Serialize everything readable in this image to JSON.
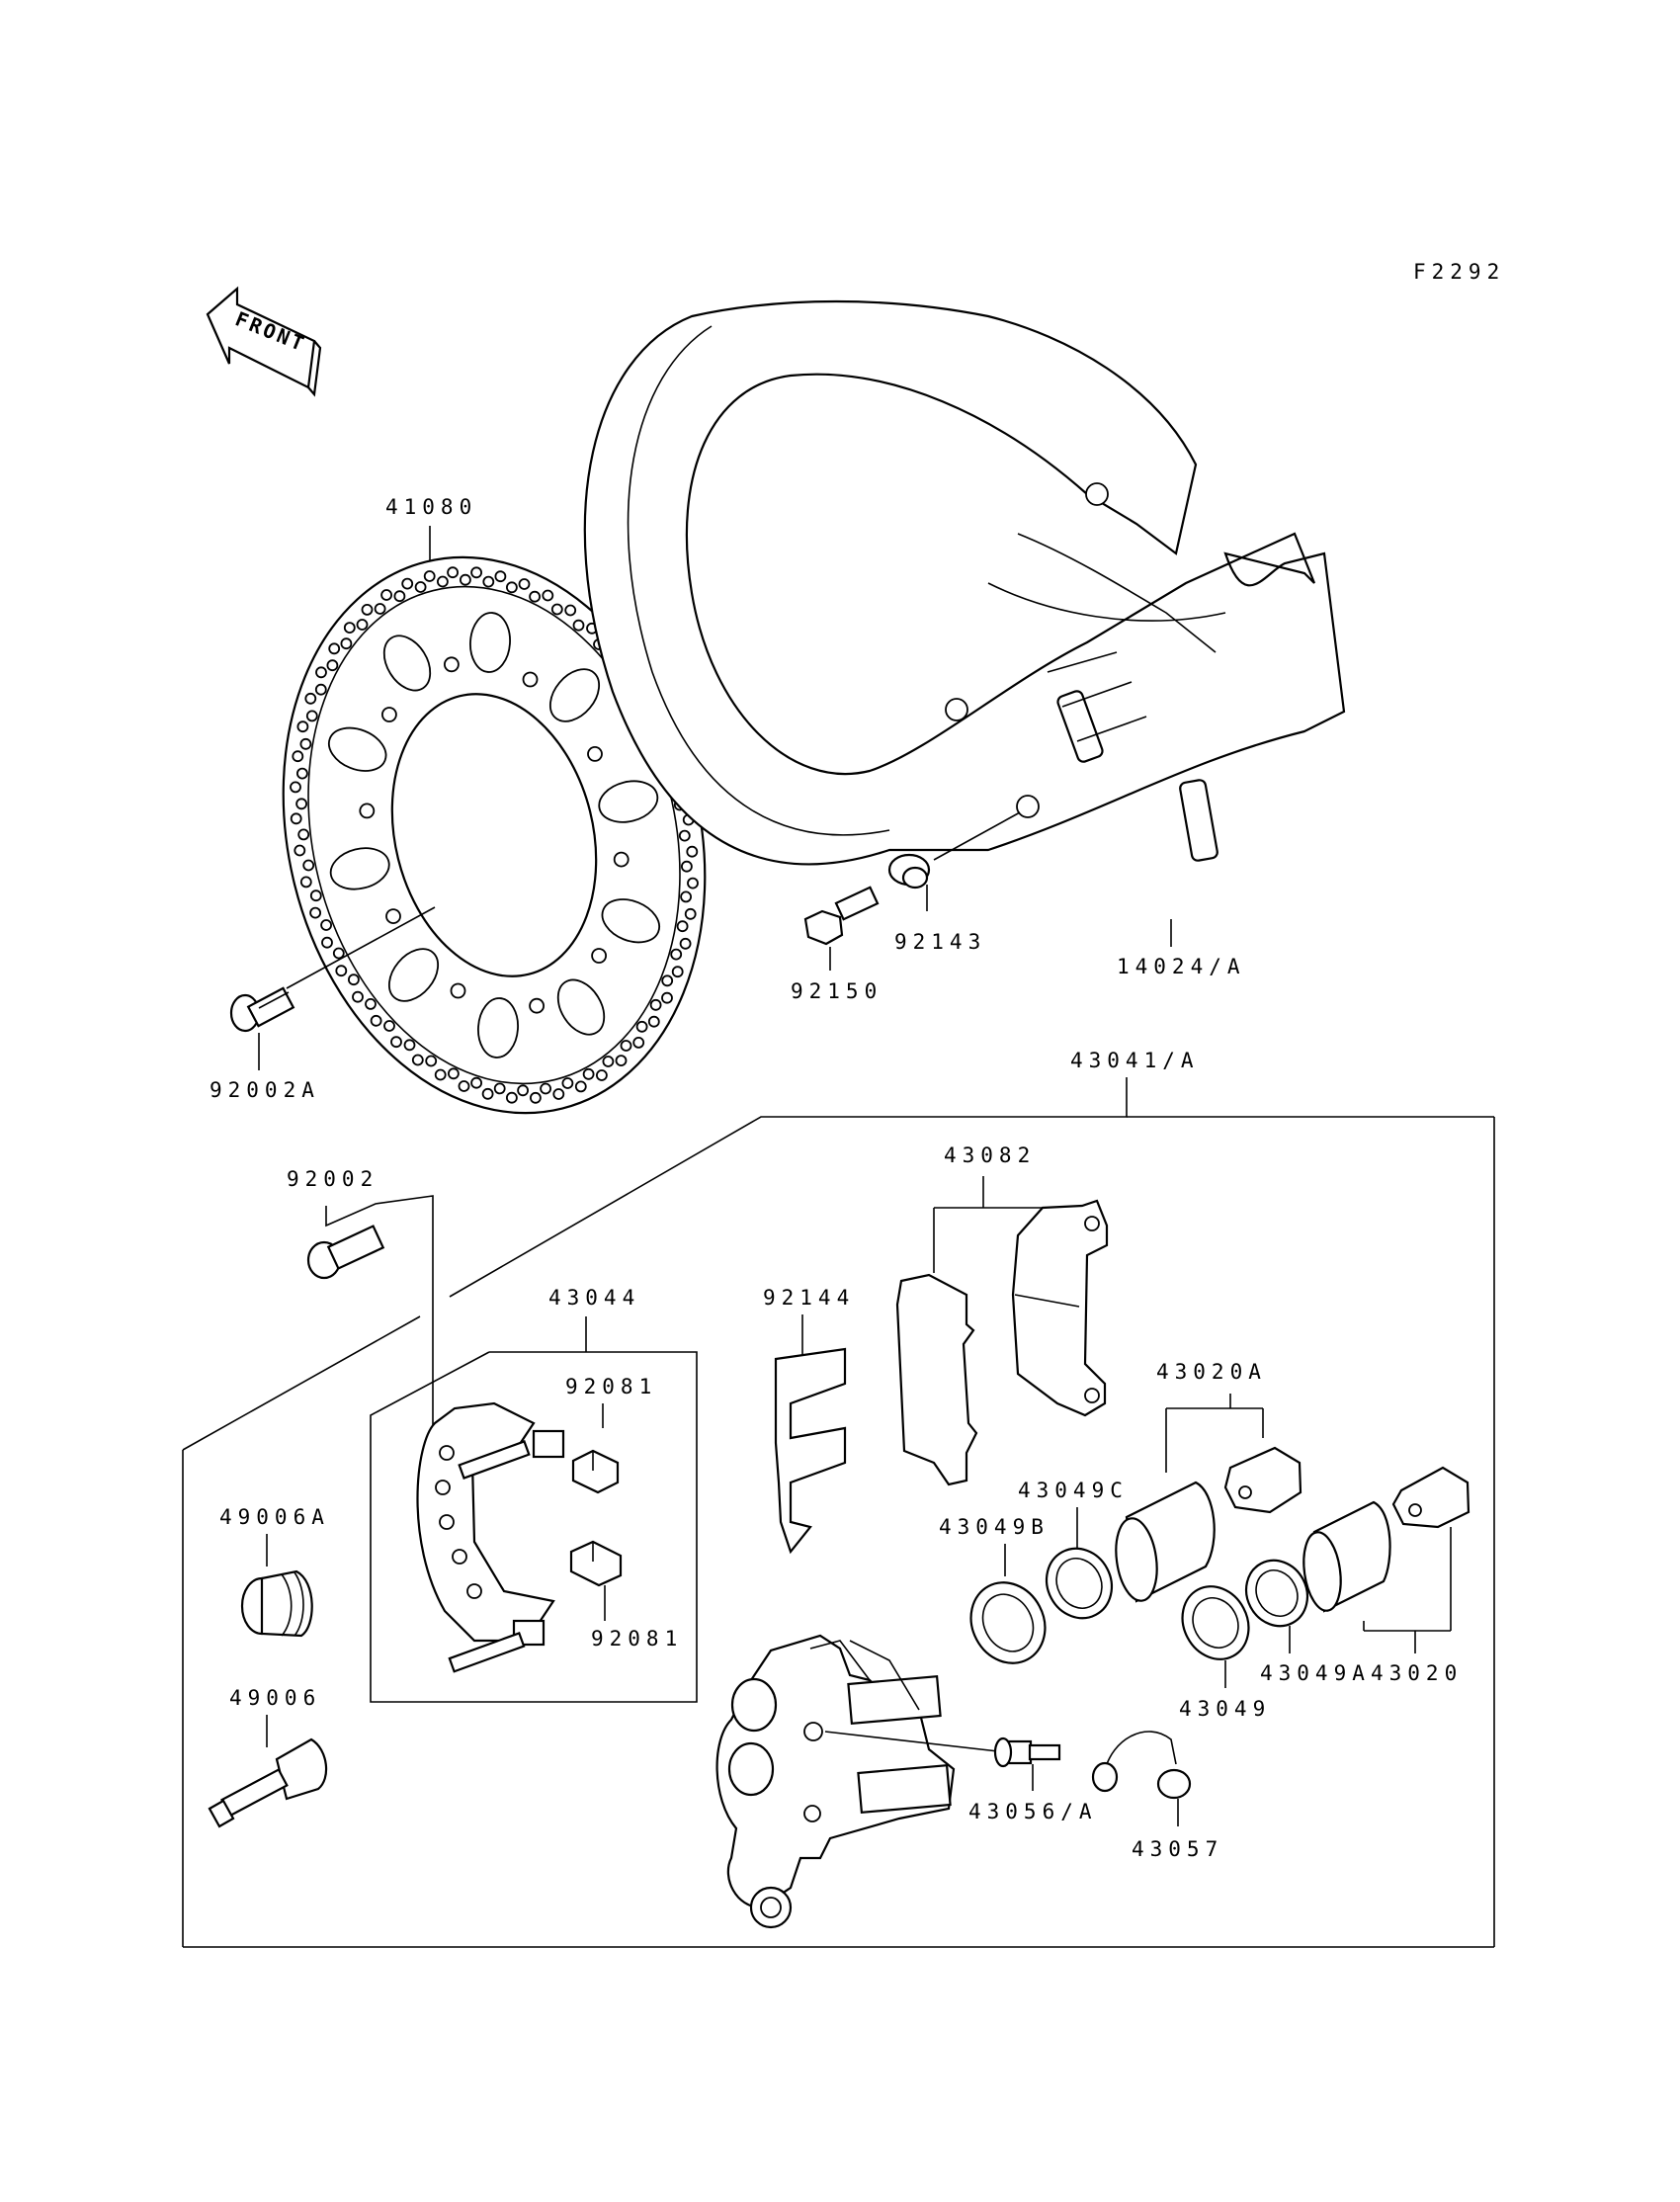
{
  "diagram": {
    "figure_code": "F2292",
    "front_label": "FRONT",
    "labels": {
      "disc": "41080",
      "disc_bolt": "92002A",
      "guard": "14024/A",
      "collar": "92143",
      "guard_bolt": "92150",
      "caliper_assy": "43041/A",
      "pad_set": "43082",
      "pad_spring": "92144",
      "bracket_assy": "43044",
      "bracket_bolt": "92002",
      "clip_upper": "92081",
      "clip_lower": "92081",
      "boot": "49006A",
      "pin": "49006",
      "piston_seal_b": "43049B",
      "piston_seal_c": "43049C",
      "piston_a": "43020A",
      "piston": "43020",
      "seal_a": "43049A",
      "seal": "43049",
      "bleed_valve": "43056/A",
      "cap": "43057"
    }
  }
}
